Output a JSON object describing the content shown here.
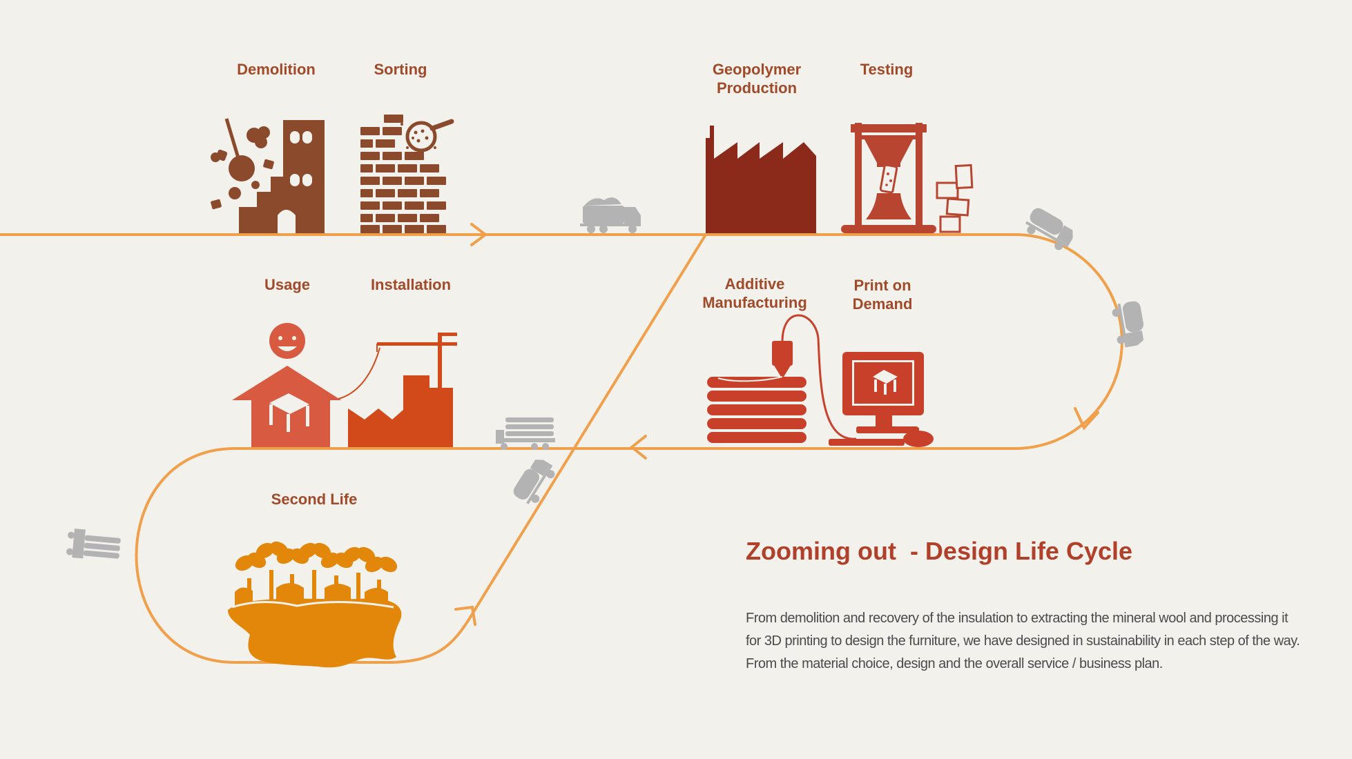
{
  "colors": {
    "background": "#f3f1ec",
    "path": "#f0a04b",
    "demolition": "#8b4a2b",
    "factory": "#8b2a1a",
    "testing": "#b84530",
    "print": "#c9402a",
    "installation": "#d24a1a",
    "usage": "#d85a40",
    "second_life": "#e3870a",
    "truck": "#b3b3b3",
    "label": "#a04a2a",
    "title": "#b0402a",
    "body_text": "#4a4a4a"
  },
  "stages": [
    {
      "id": "demolition",
      "label": "Demolition",
      "icon": "demolition-building-icon"
    },
    {
      "id": "sorting",
      "label": "Sorting",
      "icon": "brick-wall-magnifier-icon"
    },
    {
      "id": "geopolymer",
      "label": "Geopolymer\nProduction",
      "icon": "factory-icon"
    },
    {
      "id": "testing",
      "label": "Testing",
      "icon": "compression-test-icon"
    },
    {
      "id": "additive",
      "label": "Additive\nManufacturing",
      "icon": "3d-printer-nozzle-icon"
    },
    {
      "id": "print",
      "label": "Print on\nDemand",
      "icon": "computer-monitor-icon"
    },
    {
      "id": "installation",
      "label": "Installation",
      "icon": "crane-building-icon"
    },
    {
      "id": "usage",
      "label": "Usage",
      "icon": "house-smiley-icon"
    },
    {
      "id": "second_life",
      "label": "Second Life",
      "icon": "plants-soil-icon"
    }
  ],
  "title": "Zooming out  - Design Life Cycle",
  "description": "From demolition and recovery of the insulation to extracting the mineral wool and processing it for 3D printing to design the furniture, we have designed in sustainability in each step of the way. From the material choice, design and the overall service / business plan."
}
